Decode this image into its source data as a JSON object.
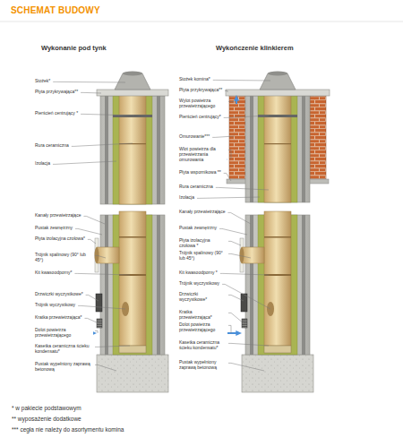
{
  "diagram": {
    "title": "SCHEMAT BUDOWY",
    "labels": [
      "Wykonanie pod tynk",
      "Wykończenie klinkierem",
      "Stożek*",
      "Płyta przykrywająca**",
      "Pierścień centrujący *",
      "Rura ceramiczna",
      "Izolacja",
      "Kanały przewietrzające",
      "Pustak zewnętrzny",
      "Płyta izolacyjna czołowa*",
      "Trójnik spalinowy (90° lub 45°)",
      "Kit kwasoodporny*",
      "Drzwiczki wyczystkowe*",
      "Trójnik wyczystkowy",
      "Kratka przewietrzająca*",
      "Dolot powietrza przewietrzającego",
      "Kasetka ceramiczna ścieku kondensatu*",
      "Pustak wypełniony zaprawą betonową",
      "Stożek komina*",
      "Płyta przykrywająca**",
      "Wylot powietrza przewietrzającego",
      "Pierścień centrujący*",
      "Omurowanie***",
      "Wlot powietrza dla przewietrzania omurowania",
      "Płyta wspornikowa **",
      "Rura ceramiczna",
      "Izolacja",
      "Kanały przewietrzające",
      "Pustak zewnętrzny",
      "Płyta izolacyjna czołowa *",
      "Trójnik spalinowy (90° lub 45°)",
      "Kit kwasoodporny *",
      "Trójnik wyczystkowy",
      "Drzwiczki wyczystkowe*",
      "Kratka przewietrzająca*",
      "Dolot powietrza przewietrzającego",
      "Kasetka ceramiczna ścieku kondensatu*",
      "Pustak wypełniony zaprawą betonową",
      "* w pakiecie podstawowym",
      "** wyposażenie dodatkowe",
      "*** cegła nie należy do asortymentu komina"
    ]
  }
}
